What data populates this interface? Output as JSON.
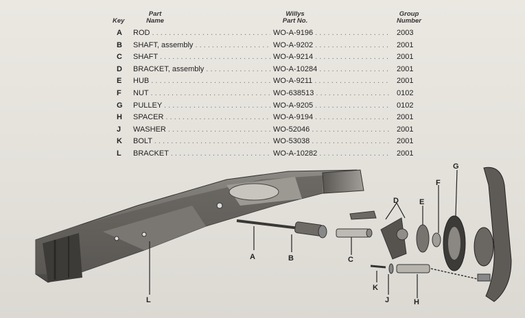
{
  "table": {
    "headers": {
      "key": "Key",
      "part_name_line1": "Part",
      "part_name_line2": "Name",
      "willys_line1": "Willys",
      "willys_line2": "Part No.",
      "group_line1": "Group",
      "group_line2": "Number"
    },
    "rows": [
      {
        "key": "A",
        "name": "ROD",
        "part_no": "WO-A-9196",
        "group": "2003"
      },
      {
        "key": "B",
        "name": "SHAFT, assembly",
        "part_no": "WO-A-9202",
        "group": "2001"
      },
      {
        "key": "C",
        "name": "SHAFT",
        "part_no": "WO-A-9214",
        "group": "2001"
      },
      {
        "key": "D",
        "name": "BRACKET, assembly",
        "part_no": "WO-A-10284",
        "group": "2001"
      },
      {
        "key": "E",
        "name": "HUB",
        "part_no": "WO-A-9211",
        "group": "2001"
      },
      {
        "key": "F",
        "name": "NUT",
        "part_no": "WO-638513",
        "group": "0102"
      },
      {
        "key": "G",
        "name": "PULLEY",
        "part_no": "WO-A-9205",
        "group": "0102"
      },
      {
        "key": "H",
        "name": "SPACER",
        "part_no": "WO-A-9194",
        "group": "2001"
      },
      {
        "key": "J",
        "name": "WASHER",
        "part_no": "WO-52046",
        "group": "2001"
      },
      {
        "key": "K",
        "name": "BOLT",
        "part_no": "WO-53038",
        "group": "2001"
      },
      {
        "key": "L",
        "name": "BRACKET",
        "part_no": "WO-A-10282",
        "group": "2001"
      }
    ]
  },
  "callouts": {
    "A": "A",
    "B": "B",
    "C": "C",
    "D": "D",
    "E": "E",
    "F": "F",
    "G": "G",
    "H": "H",
    "J": "J",
    "K": "K",
    "L": "L"
  }
}
